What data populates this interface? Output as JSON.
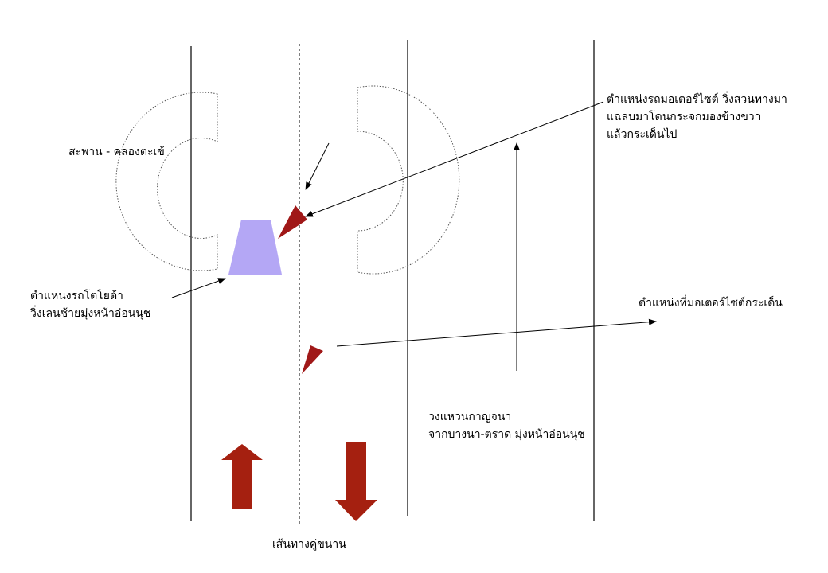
{
  "labels": {
    "bridge": "สะพาน - คลองตะเข้",
    "car_position": {
      "line1": "ตำแหน่งรถโตโยต้า",
      "line2": "วิ่งเลนซ้ายมุ่งหน้าอ่อนนุช"
    },
    "moto_position": {
      "line1": "ตำแหน่งรถมอเตอร์ไซต์ วิ่งสวนทางมา",
      "line2": "แฉลบมาโดนกระจกมองข้างขวา",
      "line3": "แล้วกระเด็นไป"
    },
    "moto_landing": "ตำแหน่งที่มอเตอร์ไซต์กระเด็น",
    "ring_road": {
      "line1": "วงแหวนกาญจนา",
      "line2": "จากบางนา-ตราด มุ่งหน้าอ่อนนุช"
    },
    "frontage_road": "เส้นทางคู่ขนาน"
  },
  "colors": {
    "car": "#b4a7f5",
    "motorcycle": "#a01818",
    "direction_arrow": "#a52010",
    "line": "#000000",
    "bridge_outline": "#555555"
  },
  "icons": {
    "car": "car-trapezoid-icon",
    "motorcycle": "motorcycle-triangle-icon",
    "direction_up": "arrow-up-icon",
    "direction_down": "arrow-down-icon"
  }
}
